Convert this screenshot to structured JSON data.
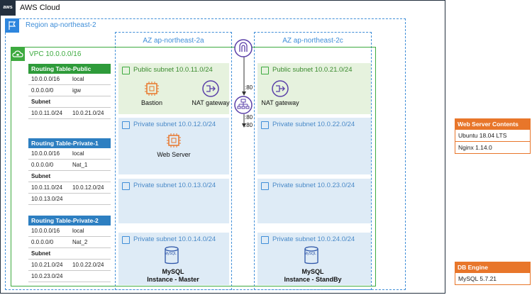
{
  "cloud": {
    "logo": "aws",
    "title": "AWS Cloud"
  },
  "region": {
    "label": "Region ap-northeast-2"
  },
  "azs": [
    {
      "label": "AZ ap-northeast-2a"
    },
    {
      "label": "AZ ap-northeast-2c"
    }
  ],
  "vpc": {
    "label": "VPC 10.0.0.0/16"
  },
  "subnets": {
    "public_a": "Public subnet 10.0.11.0/24",
    "public_c": "Public subnet 10.0.21.0/24",
    "private_a1": "Private subnet 10.0.12.0/24",
    "private_c1": "Private subnet 10.0.22.0/24",
    "private_a2": "Private subnet 10.0.13.0/24",
    "private_c2": "Private subnet 10.0.23.0/24",
    "private_a3": "Private subnet 10.0.14.0/24",
    "private_c3": "Private subnet 10.0.24.0/24"
  },
  "nodes": {
    "bastion": "Bastion",
    "nat_a": "NAT gateway",
    "nat_c": "NAT gateway",
    "web_server": "Web Server",
    "mysql_icon": "MySQL",
    "mysql_master_1": "MySQL",
    "mysql_master_2": "Instance - Master",
    "mysql_standby_1": "MySQL",
    "mysql_standby_2": "Instance - StandBy"
  },
  "ports": {
    "p1": ":80",
    "p2": ":80",
    "p3": ":80"
  },
  "routing_tables": {
    "public": {
      "title": "Routing Table-Public",
      "routes": [
        [
          "10.0.0.0/16",
          "local"
        ],
        [
          "0.0.0.0/0",
          "igw"
        ]
      ],
      "subnet_label": "Subnet",
      "subnets": [
        [
          "10.0.11.0/24",
          "10.0.21.0/24"
        ]
      ]
    },
    "private1": {
      "title": "Routing Table-Private-1",
      "routes": [
        [
          "10.0.0.0/16",
          "local"
        ],
        [
          "0.0.0.0/0",
          "Nat_1"
        ]
      ],
      "subnet_label": "Subnet",
      "subnets": [
        [
          "10.0.11.0/24",
          "10.0.12.0/24"
        ],
        [
          "10.0.13.0/24",
          ""
        ]
      ]
    },
    "private2": {
      "title": "Routing Table-Private-2",
      "routes": [
        [
          "10.0.0.0/16",
          "local"
        ],
        [
          "0.0.0.0/0",
          "Nat_2"
        ]
      ],
      "subnet_label": "Subnet",
      "subnets": [
        [
          "10.0.21.0/24",
          "10.0.22.0/24"
        ],
        [
          "10.0.23.0/24",
          ""
        ]
      ]
    }
  },
  "web_contents": {
    "title": "Web Server Contents",
    "items": [
      "Ubuntu 18.04 LTS",
      "Nginx 1.14.0"
    ]
  },
  "db_engine": {
    "title": "DB Engine",
    "items": [
      "MySQL 5.7.21"
    ]
  },
  "colors": {
    "aws": "#232f3e",
    "region": "#3f8ed8",
    "vpc": "#3daa3f",
    "public": "#e6f2de",
    "private": "#deebf6",
    "orange": "#e8762a"
  }
}
